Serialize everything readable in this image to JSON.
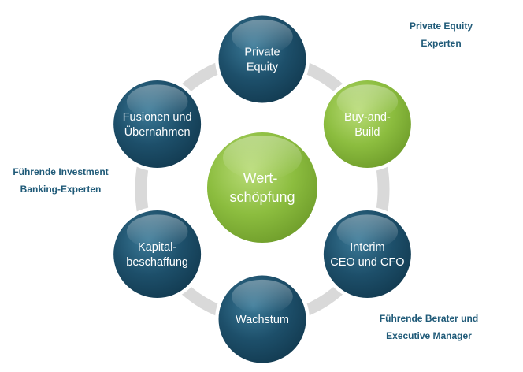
{
  "center": {
    "lines": [
      "Wert-",
      "schöpfung"
    ]
  },
  "nodes": [
    {
      "id": "private-equity",
      "lines": [
        "Private",
        "Equity"
      ],
      "color": "dark-teal"
    },
    {
      "id": "buy-and-build",
      "lines": [
        "Buy-and-",
        "Build"
      ],
      "color": "green"
    },
    {
      "id": "interim-ceo-cfo",
      "lines": [
        "Interim",
        "CEO und CFO"
      ],
      "color": "dark-teal"
    },
    {
      "id": "wachstum",
      "lines": [
        "Wachstum"
      ],
      "color": "dark-teal"
    },
    {
      "id": "kapitalbeschaffung",
      "lines": [
        "Kapital-",
        "beschaffung"
      ],
      "color": "dark-teal"
    },
    {
      "id": "fusionen-uebernahmen",
      "lines": [
        "Fusionen und",
        "Übernahmen"
      ],
      "color": "dark-teal"
    }
  ],
  "notes": {
    "private_equity": [
      "Private Equity",
      "Experten"
    ],
    "investment_banking": [
      "Führende Investment",
      "Banking-Experten"
    ],
    "executive": [
      "Führende Berater und",
      "Executive Manager"
    ]
  },
  "colors": {
    "dark_teal": "#1d4f6a",
    "green": "#8cbd3f",
    "ring": "#d9d9d9",
    "note_text": "#1f5a78"
  }
}
